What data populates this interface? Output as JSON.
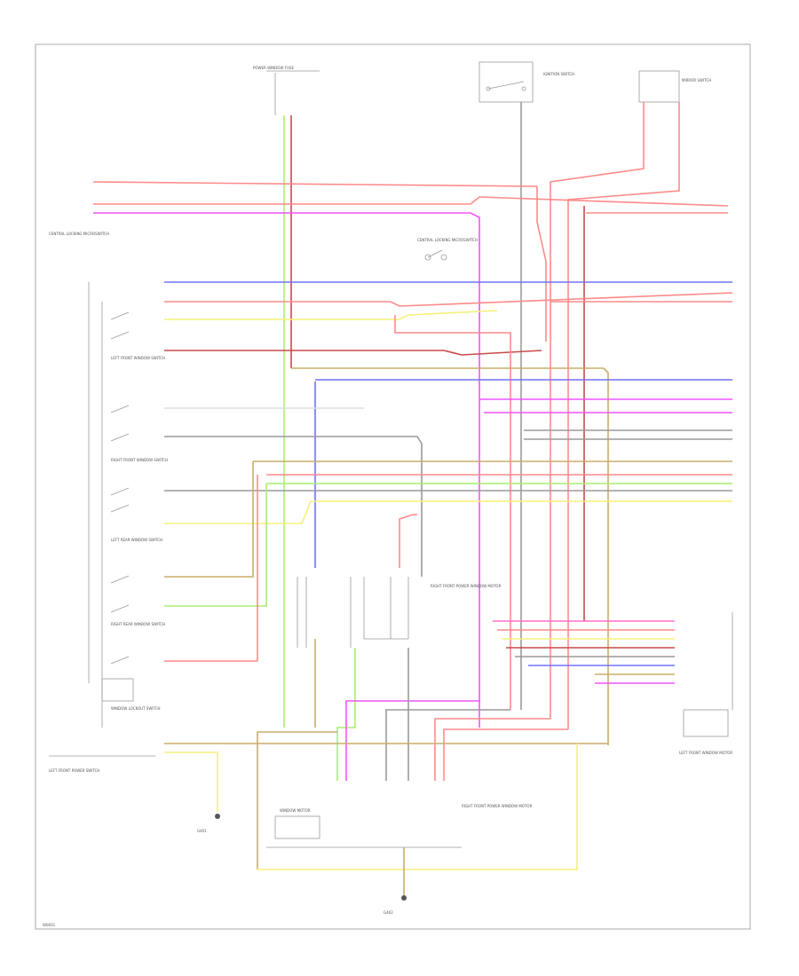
{
  "footer": {
    "page_code": "W0031"
  },
  "colors": {
    "red": "#ff8a8a",
    "pink": "#ff6ed0",
    "magenta": "#ee55ff",
    "blue": "#7070ff",
    "yellow": "#f5f07a",
    "green": "#a8ef70",
    "gray": "#9a9a9a",
    "tan": "#c8ad6a",
    "dark_red": "#c84a4a"
  },
  "components": {
    "ignition_switch": "IGNITION SWITCH",
    "power_window_fuse": "POWER WINDOW FUSE",
    "mirror_switch": "MIRROR SWITCH",
    "central_locking_switch": "CENTRAL LOCKING MICROSWITCH",
    "left_front_window_switch": "LEFT FRONT WINDOW SWITCH",
    "right_front_window_switch": "RIGHT FRONT WINDOW SWITCH",
    "left_rear_window_switch": "LEFT REAR WINDOW SWITCH",
    "right_rear_window_switch": "RIGHT REAR WINDOW SWITCH",
    "window_lockout_switch": "WINDOW LOCKOUT SWITCH",
    "left_front_power_switch": "LEFT FRONT POWER SWITCH",
    "window_motor": "WINDOW MOTOR",
    "right_front_power_window_motor": "RIGHT FRONT POWER WINDOW MOTOR",
    "left_front_window_motor": "LEFT FRONT WINDOW MOTOR",
    "ground_left": "G401",
    "ground_bottom": "G402"
  }
}
